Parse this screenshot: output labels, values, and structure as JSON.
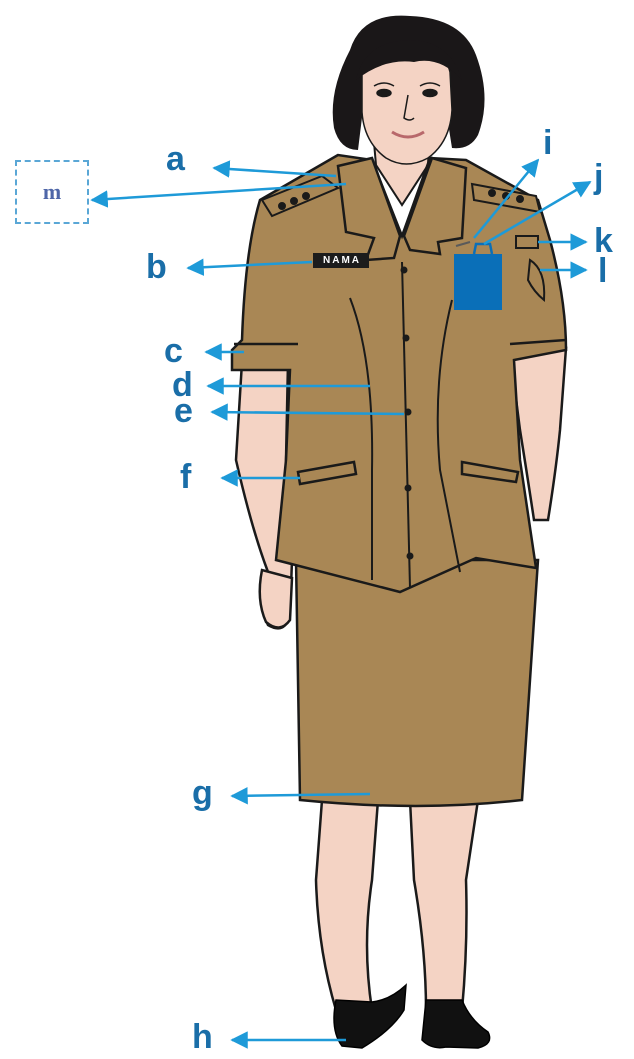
{
  "colors": {
    "uniform": "#A98755",
    "skin": "#F4D3C4",
    "hair": "#1A1718",
    "outline": "#1A1A1A",
    "arrow": "#1E9AD8",
    "label": "#1A6EA8",
    "id_card": "#0A6FB8"
  },
  "name_tag": "NAMA",
  "labels": {
    "a": "a",
    "b": "b",
    "c": "c",
    "d": "d",
    "e": "e",
    "f": "f",
    "g": "g",
    "h": "h",
    "i": "i",
    "j": "j",
    "k": "k",
    "l": "l",
    "m": "m"
  }
}
